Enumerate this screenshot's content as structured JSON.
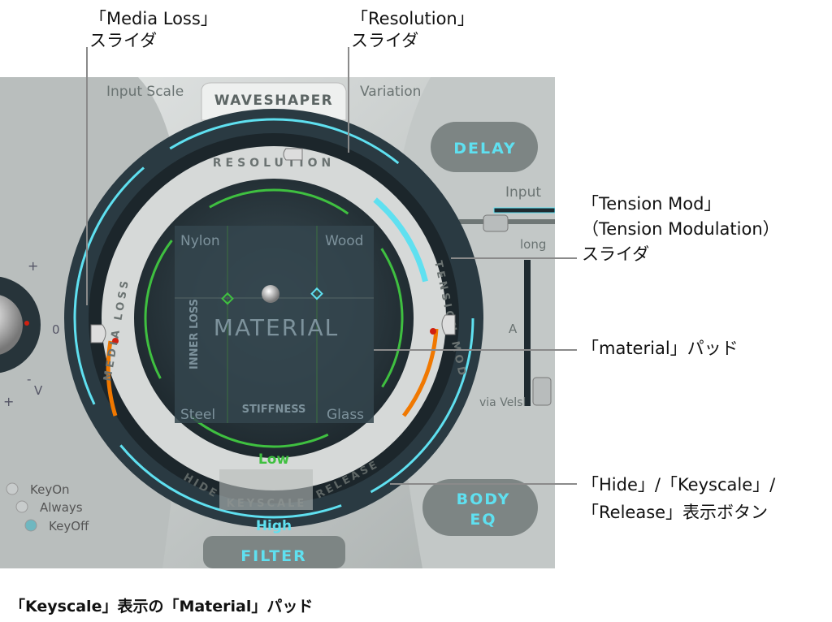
{
  "callouts": {
    "media_loss": [
      "「Media Loss」",
      "スライダ"
    ],
    "resolution": [
      "「Resolution」",
      "スライダ"
    ],
    "tension_mod": [
      "「Tension Mod」",
      "（Tension Modulation）",
      "スライダ"
    ],
    "material_pad": "「material」パッド",
    "display_buttons": [
      "「Hide」/「Keyscale」/",
      "「Release」表示ボタン"
    ]
  },
  "caption": "「Keyscale」表示の「Material」パッド",
  "plugin": {
    "input_scale": "Input Scale",
    "waveshaper": "WAVESHAPER",
    "variation": "Variation",
    "delay": "DELAY",
    "input": "Input",
    "long": "long",
    "a_label": "A",
    "via_velsens": "via Velsl",
    "body_eq": [
      "BODY",
      "EQ"
    ],
    "filter": "FILTER",
    "high": "High",
    "low": "Low",
    "resolution": "RESOLUTION",
    "media_loss": "MEDIA LOSS",
    "tension_mod": "TENSION MOD",
    "pad": {
      "title": "MATERIAL",
      "nylon": "Nylon",
      "wood": "Wood",
      "steel": "Steel",
      "glass": "Glass",
      "inner_loss": "INNER LOSS",
      "stiffness": "STIFFNESS"
    },
    "buttons": {
      "hide": "HIDE",
      "keyscale": "KEYSCALE",
      "release": "RELEASE"
    },
    "knob_marks": {
      "plus": "+",
      "minus": "-",
      "zero": "0",
      "v": "V"
    },
    "radio": [
      {
        "label": "KeyOn",
        "selected": false
      },
      {
        "label": "Always",
        "selected": false
      },
      {
        "label": "KeyOff",
        "selected": true
      }
    ],
    "colors": {
      "cyan": "#5fe0f0",
      "green": "#3fc040",
      "orange": "#f07800",
      "panel": "#c8cccb",
      "dark": "#1e2a30"
    }
  }
}
